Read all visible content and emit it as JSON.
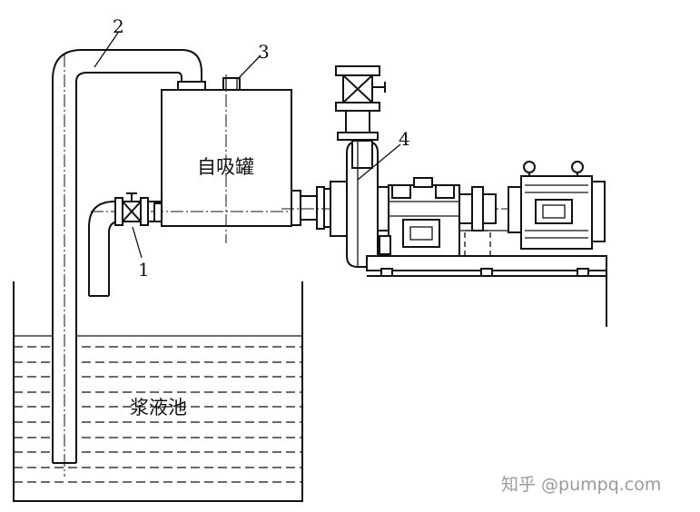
{
  "labels": {
    "n1": "1",
    "n2": "2",
    "n3": "3",
    "n4": "4"
  },
  "tank_text": "自吸罐",
  "pool_text": "浆液池",
  "watermark": "知乎 @pumpq.com"
}
